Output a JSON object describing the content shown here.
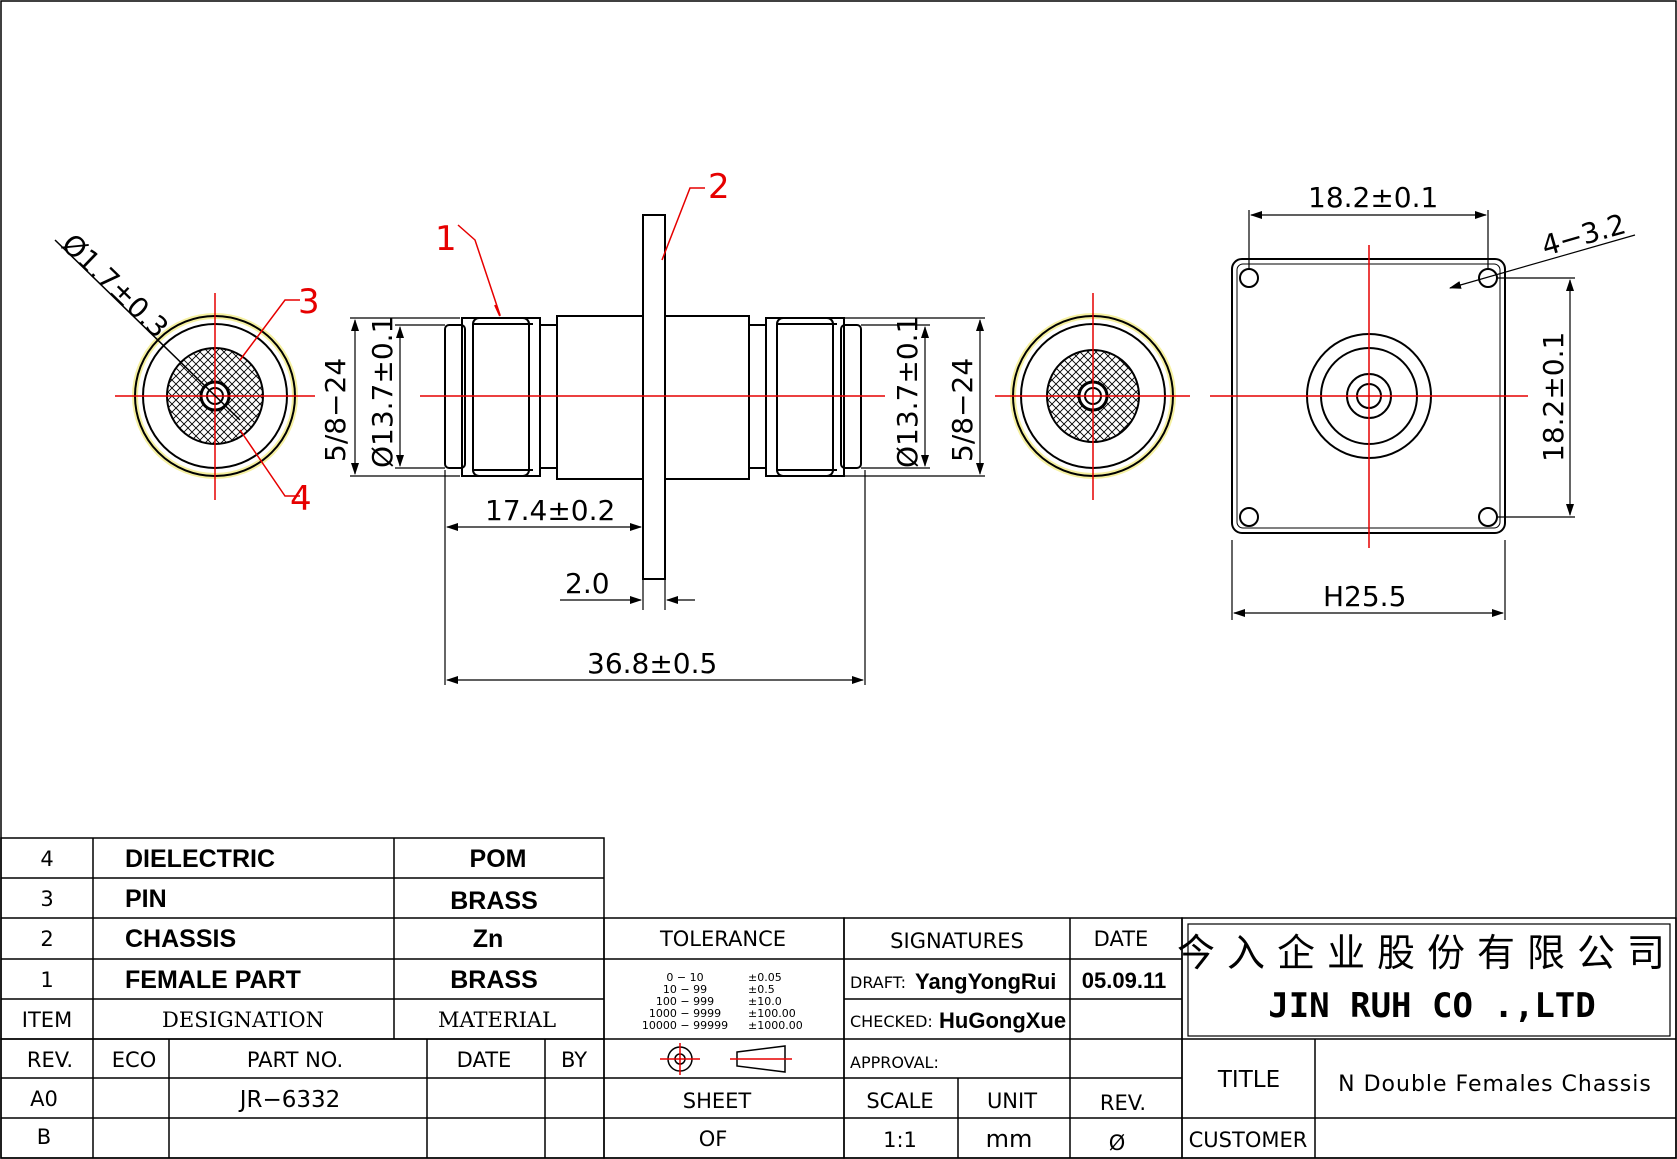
{
  "dimensions": {
    "pin_dia": "Ø1.7±0.3",
    "thread_left": "5/8−24",
    "dia_left": "Ø13.7±0.1",
    "dia_right": "Ø13.7±0.1",
    "thread_right": "5/8−24",
    "len_half": "17.4±0.2",
    "flange_thk": "2.0",
    "len_total": "36.8±0.5",
    "square_top": "18.2±0.1",
    "holes": "4−3.2",
    "square_side": "18.2±0.1",
    "flange_width": "H25.5"
  },
  "leaders": {
    "l1": "1",
    "l2": "2",
    "l3": "3",
    "l4": "4"
  },
  "parts": [
    {
      "item": "4",
      "designation": "DIELECTRIC",
      "material": "POM"
    },
    {
      "item": "3",
      "designation": "PIN",
      "material": "BRASS"
    },
    {
      "item": "2",
      "designation": "CHASSIS",
      "material": "Zn"
    },
    {
      "item": "1",
      "designation": "FEMALE PART",
      "material": "BRASS"
    }
  ],
  "parts_header": {
    "item": "ITEM",
    "designation": "DESIGNATION",
    "material": "MATERIAL"
  },
  "rev_header": {
    "rev": "REV.",
    "eco": "ECO",
    "part_no": "PART NO.",
    "date": "DATE",
    "by": "BY"
  },
  "rev_rows": [
    {
      "rev": "A0",
      "part_no": "JR−6332"
    },
    {
      "rev": "B",
      "part_no": ""
    }
  ],
  "tolerance": {
    "title": "TOLERANCE",
    "ranges": [
      "0  −  10",
      "10  −  99",
      "100  −  999",
      "1000  −  9999",
      "10000  −  99999"
    ],
    "values": [
      "±0.05",
      "±0.5",
      "±10.0",
      "±100.00",
      "±1000.00"
    ]
  },
  "signatures": {
    "title": "SIGNATURES",
    "date_title": "DATE",
    "draft_label": "DRAFT:",
    "draft_name": "YangYongRui",
    "draft_date": "05.09.11",
    "checked_label": "CHECKED:",
    "checked_name": "HuGongXue",
    "approval_label": "APPROVAL:"
  },
  "company": {
    "cn": "今入企业股份有限公司",
    "en": "JIN  RUH  CO .,LTD"
  },
  "title_block": {
    "title_label": "TITLE",
    "title_value": "N  Double  Females  Chassis",
    "customer_label": "CUSTOMER",
    "sheet_label": "SHEET",
    "of_label": "OF",
    "scale_label": "SCALE",
    "scale_value": "1:1",
    "unit_label": "UNIT",
    "unit_value": "mm",
    "rev_label": "REV.",
    "rev_value": "Ø"
  },
  "colors": {
    "line": "#000000",
    "center": "#e60000",
    "leader": "#e60000",
    "highlight": "#f5f0a0"
  }
}
